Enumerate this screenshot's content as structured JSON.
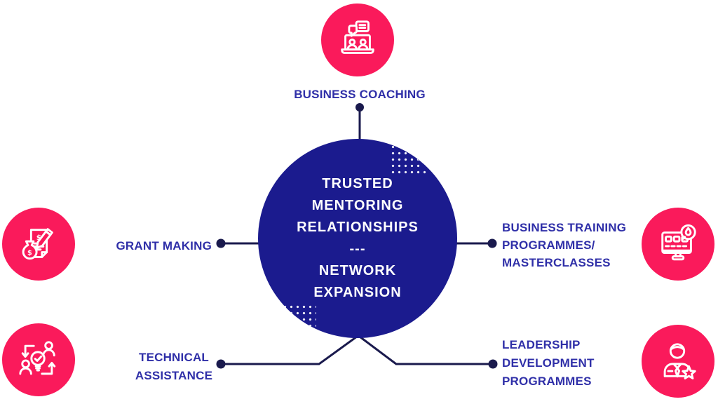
{
  "colors": {
    "pink": "#FA1A5B",
    "navy": "#1B1B8E",
    "label_blue": "#2F2FA8",
    "line_navy": "#1A1A4D",
    "background": "#FFFFFF",
    "icon_stroke": "#FFFFFF"
  },
  "center": {
    "lines": [
      "TRUSTED",
      "MENTORING",
      "RELATIONSHIPS",
      "---",
      "NETWORK",
      "EXPANSION"
    ]
  },
  "labels": {
    "business_coaching": "BUSINESS COACHING",
    "grant_making": "GRANT MAKING",
    "business_training": [
      "BUSINESS TRAINING",
      "PROGRAMMES/",
      "MASTERCLASSES"
    ],
    "technical_assistance": [
      "TECHNICAL",
      "ASSISTANCE"
    ],
    "leadership": [
      "LEADERSHIP",
      "DEVELOPMENT",
      "PROGRAMMES"
    ]
  },
  "icons": {
    "business_coaching": "laptop-video-chat-icon",
    "grant_making": "money-bag-contract-pen-icon",
    "business_training": "computer-design-badge-icon",
    "technical_assistance": "people-idea-exchange-icon",
    "leadership": "businessman-star-icon"
  }
}
